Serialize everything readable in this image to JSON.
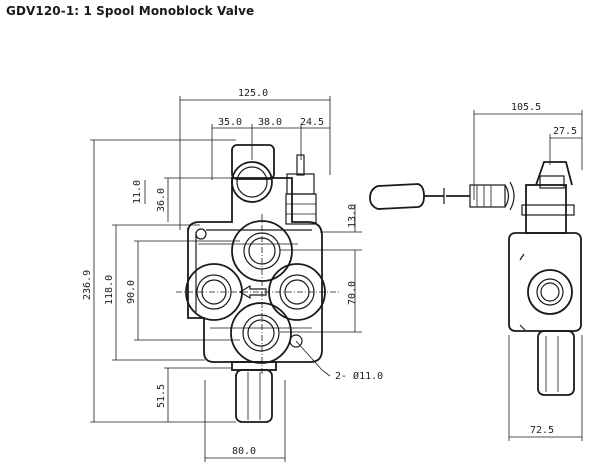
{
  "title": "GDV120-1: 1 Spool Monoblock Valve",
  "dimensions": {
    "overall_width": "125.0",
    "port_spacing_1": "35.0",
    "port_spacing_2": "38.0",
    "port_spacing_3": "24.5",
    "overall_height": "236.9",
    "body_height": "118.0",
    "port_vertical": "90.0",
    "top_offset": "36.0",
    "top_small": "11.0",
    "right_13": "13.0",
    "right_70": "70.0",
    "bottom_51": "51.5",
    "bottom_width": "80.0",
    "mount_holes": "2- Ø11.0",
    "side_width": "105.5",
    "side_top": "27.5",
    "side_bottom": "72.5"
  }
}
